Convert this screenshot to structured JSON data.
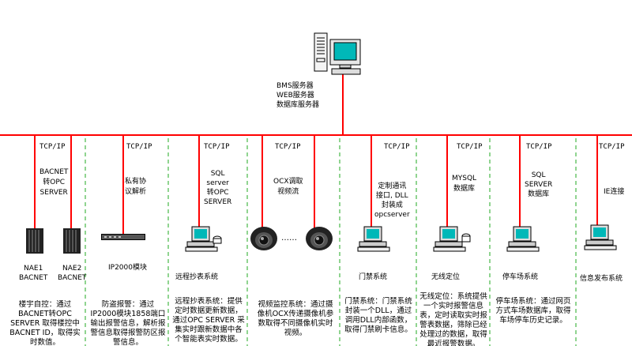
{
  "server": {
    "labels": [
      "BMS服务器",
      "WEB服务器",
      "数据库服务器"
    ],
    "icon": "server-workstation-icon"
  },
  "protocol_label": "TCP/IP",
  "columns": [
    {
      "id": "building-automation",
      "middleware": [
        "BACNET",
        "转OPC",
        "SERVER"
      ],
      "devices": [
        "NAE1\nBACNET",
        "NAE2\nBACNET"
      ],
      "system_name": "",
      "description": "楼宇自控：通过BACNET转OPC SERVER 取得楼控中BACNET ID，取得实时数值。"
    },
    {
      "id": "alarm",
      "middleware": [
        "私有协",
        "议解析"
      ],
      "devices": [
        "IP2000模块"
      ],
      "system_name": "",
      "description": "防盗报警：通过IP2000模块1858端口输出报警信息，解析报警信息取得报警防区报警信息。"
    },
    {
      "id": "meter-reading",
      "middleware": [
        "SQL",
        "server",
        "转OPC",
        "SERVER"
      ],
      "devices": [],
      "system_name": "远程抄表系统",
      "description": "远程抄表系统：提供定时数据更新数据，通过OPC SERVER 采集实时跟新数据中各个智能表实时数据。"
    },
    {
      "id": "video",
      "middleware": [
        "OCX调取",
        "视频流"
      ],
      "devices": [],
      "dots": "……",
      "system_name": "",
      "description": "视频监控系统：通过摄像机OCX传递摄像机参数取得不同摄像机实时视频。"
    },
    {
      "id": "access",
      "middleware": [
        "定制通讯",
        "接口, DLL",
        "封装成",
        "opcserver"
      ],
      "devices": [],
      "system_name": "门禁系统",
      "description": "门禁系统：门禁系统封装一个DLL，通过调用DLL内部函数，取得门禁刷卡信息。"
    },
    {
      "id": "wireless-positioning",
      "middleware": [
        "MYSQL",
        "数据库"
      ],
      "devices": [],
      "system_name": "无线定位",
      "description": "无线定位：系统提供一个实时报警信息表，定时读取实时报警表数据，筛除已经处理过的数据，取得最近报警数据。"
    },
    {
      "id": "parking",
      "middleware": [
        "SQL",
        "SERVER",
        "数据库"
      ],
      "devices": [],
      "system_name": "停车场系统",
      "description": "停车场系统：通过网页方式车场数据库，取得车场停车历史记录。"
    },
    {
      "id": "info-release",
      "middleware": [
        "IE连接"
      ],
      "devices": [],
      "system_name": "信息发布系统",
      "description": ""
    }
  ],
  "colors": {
    "network": "#ff0000",
    "divider": "#22aa22",
    "screen": "#00b8b8",
    "text": "#000000"
  }
}
